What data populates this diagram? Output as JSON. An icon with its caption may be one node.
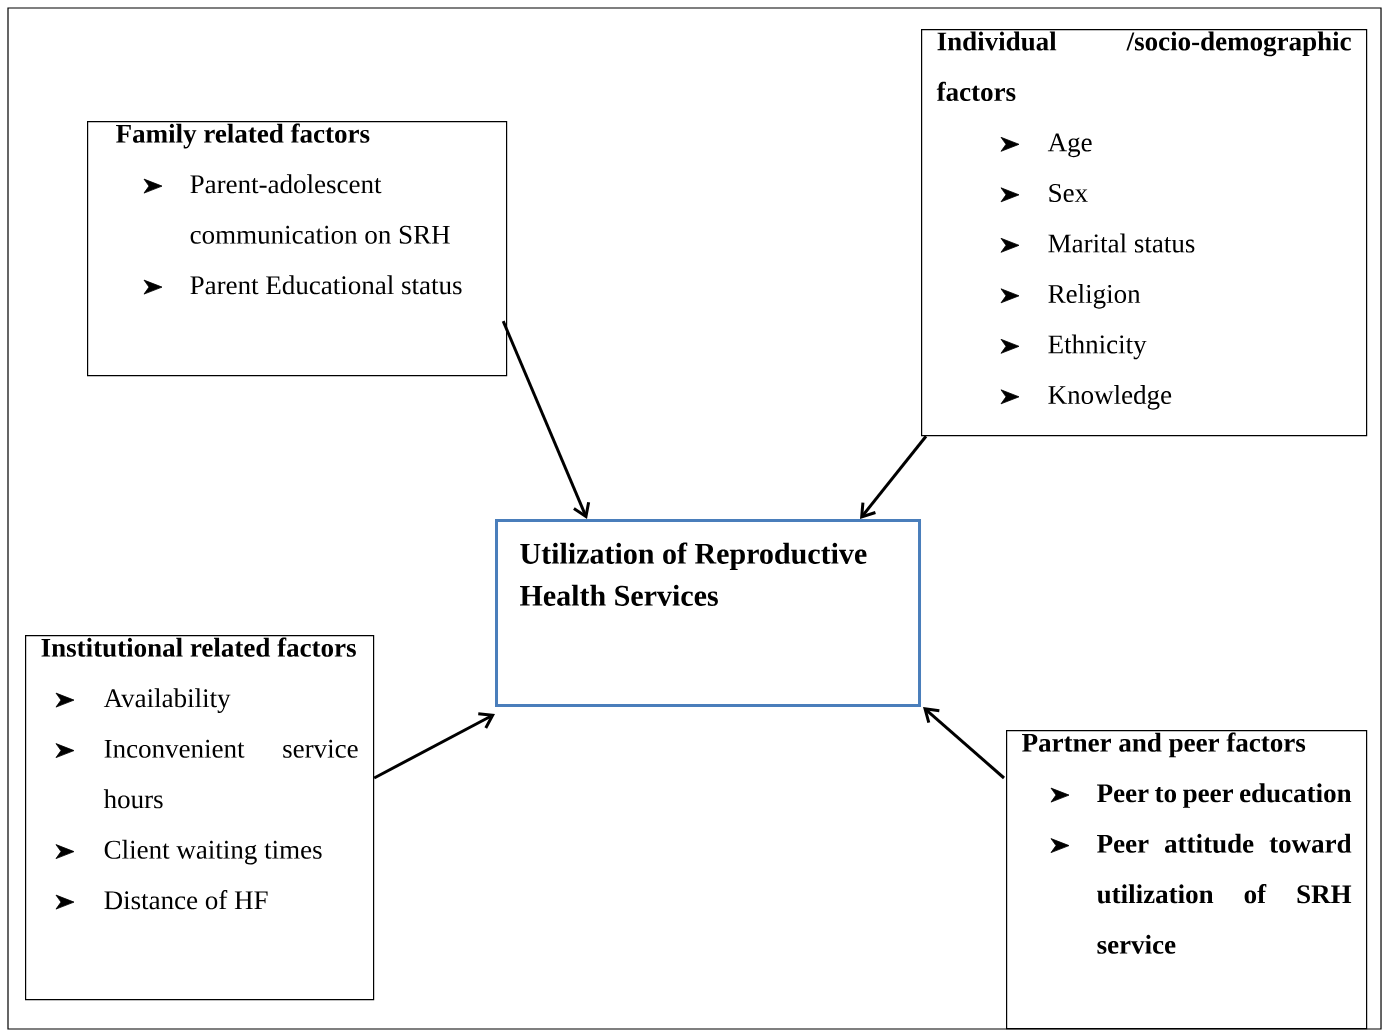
{
  "diagram": {
    "nodes": [
      {
        "text": [
          "Family related factors",
          "Parent-adolescent communication on SRH",
          "Parent Educational status"
        ]
      },
      {
        "text": [
          "Individual /socio-demographic factors",
          "Age",
          "Sex",
          "Marital status",
          "Religion",
          "Ethnicity",
          "Knowledge"
        ]
      },
      {
        "text": [
          "Utilization of Reproductive Health Services"
        ]
      },
      {
        "text": [
          "Institutional related factors",
          "Availability",
          "Inconvenient service hours",
          "Client waiting times",
          "Distance of HF"
        ]
      },
      {
        "text": [
          "Partner and peer factors",
          "Peer to peer education",
          "Peer attitude toward utilization of SRH service"
        ]
      }
    ],
    "edges": [
      {
        "from": 0,
        "to": 2,
        "arrow": "to"
      },
      {
        "from": 1,
        "to": 2,
        "arrow": "to"
      },
      {
        "from": 3,
        "to": 2,
        "arrow": "to"
      },
      {
        "from": 4,
        "to": 2,
        "arrow": "to"
      }
    ]
  }
}
